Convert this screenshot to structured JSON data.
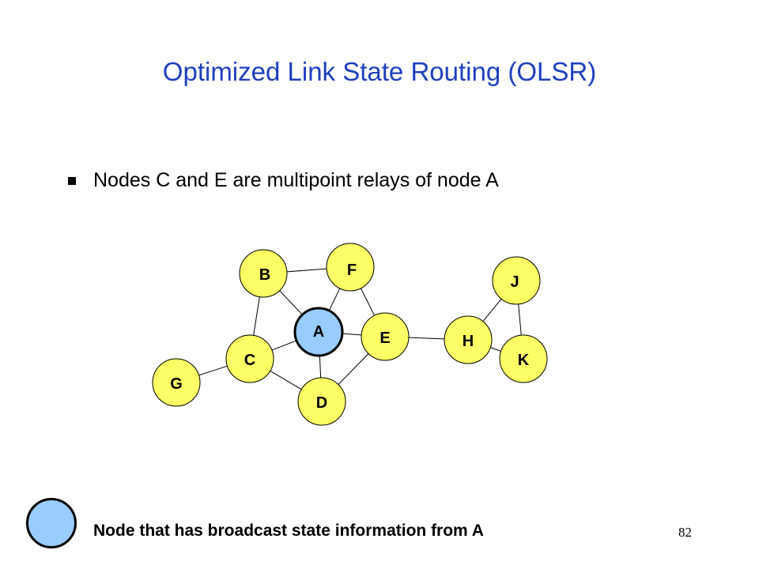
{
  "slide": {
    "title": "Optimized Link State Routing (OLSR)",
    "bullet": "Nodes C and E are multipoint relays of node A",
    "legend_text": "Node that has broadcast state information from A",
    "page_number": "82"
  },
  "colors": {
    "title": "#1f3fc0",
    "node_fill": "#ffff66",
    "broadcast_node_fill": "#99ccff",
    "edge": "#000000"
  },
  "graph": {
    "nodes": [
      {
        "id": "A",
        "label": "A",
        "broadcast": true
      },
      {
        "id": "B",
        "label": "B",
        "broadcast": false
      },
      {
        "id": "C",
        "label": "C",
        "broadcast": false
      },
      {
        "id": "D",
        "label": "D",
        "broadcast": false
      },
      {
        "id": "E",
        "label": "E",
        "broadcast": false
      },
      {
        "id": "F",
        "label": "F",
        "broadcast": false
      },
      {
        "id": "G",
        "label": "G",
        "broadcast": false
      },
      {
        "id": "H",
        "label": "H",
        "broadcast": false
      },
      {
        "id": "J",
        "label": "J",
        "broadcast": false
      },
      {
        "id": "K",
        "label": "K",
        "broadcast": false
      }
    ],
    "edges": [
      [
        "B",
        "F"
      ],
      [
        "B",
        "A"
      ],
      [
        "B",
        "C"
      ],
      [
        "F",
        "A"
      ],
      [
        "F",
        "E"
      ],
      [
        "A",
        "C"
      ],
      [
        "A",
        "E"
      ],
      [
        "A",
        "D"
      ],
      [
        "C",
        "G"
      ],
      [
        "C",
        "D"
      ],
      [
        "D",
        "E"
      ],
      [
        "E",
        "H"
      ],
      [
        "H",
        "J"
      ],
      [
        "H",
        "K"
      ],
      [
        "J",
        "K"
      ]
    ]
  }
}
